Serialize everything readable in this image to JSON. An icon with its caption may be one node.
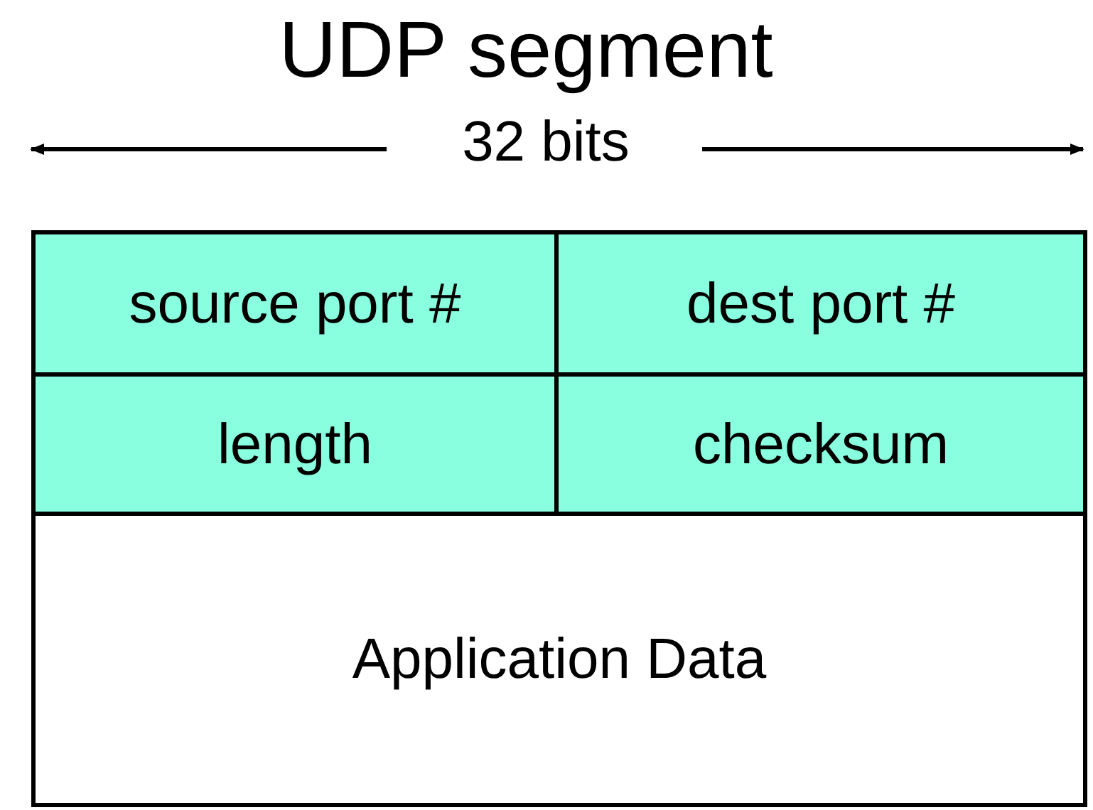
{
  "diagram": {
    "title": "UDP segment",
    "nodes": [
      {
        "text": [
          "source port #"
        ]
      },
      {
        "text": [
          "dest port #"
        ]
      },
      {
        "text": [
          "length"
        ]
      },
      {
        "text": [
          "checksum"
        ]
      },
      {
        "text": [
          "Application Data"
        ]
      }
    ],
    "labels": [
      "32 bits"
    ]
  }
}
